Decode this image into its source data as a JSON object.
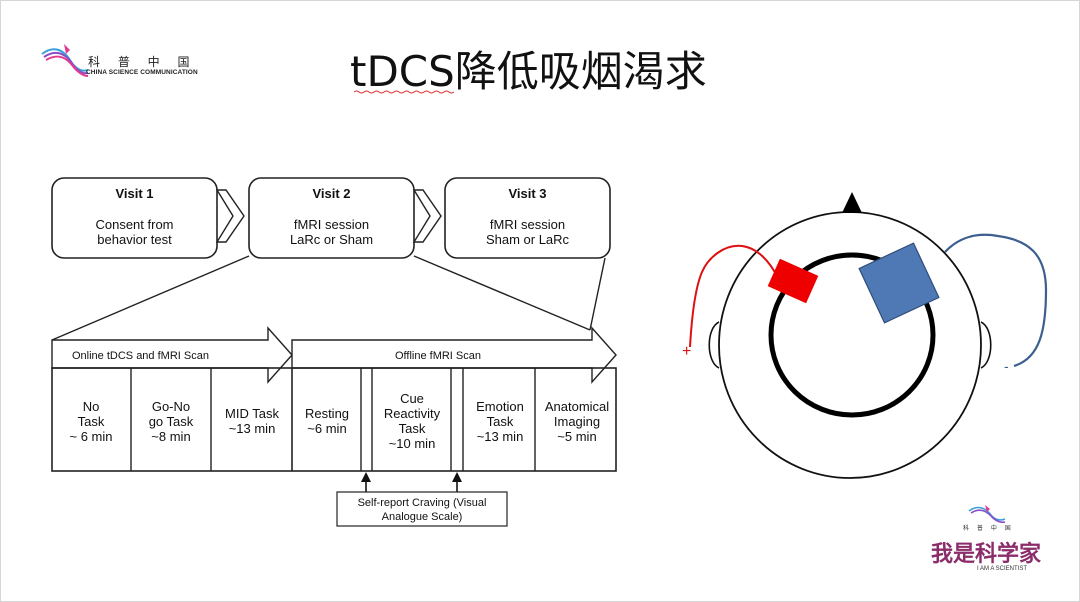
{
  "header": {
    "logo_cn": "科 普 中 国",
    "logo_en": "CHINA SCIENCE COMMUNICATION",
    "title": "tDCS降低吸烟渴求"
  },
  "visits": [
    {
      "label": "Visit 1",
      "line1": "Consent from",
      "line2": "behavior test"
    },
    {
      "label": "Visit 2",
      "line1": "fMRI session",
      "line2": "LaRc or Sham"
    },
    {
      "label": "Visit 3",
      "line1": "fMRI session",
      "line2": "Sham or LaRc"
    }
  ],
  "scans": {
    "online": "Online tDCS and fMRI Scan",
    "offline": "Offline fMRI Scan"
  },
  "tasks": [
    {
      "lines": [
        "No",
        "Task",
        "~ 6 min"
      ]
    },
    {
      "lines": [
        "Go-No",
        "go Task",
        "~8 min"
      ]
    },
    {
      "lines": [
        "MID Task",
        "~13 min"
      ]
    },
    {
      "lines": [
        "Resting",
        "~6 min"
      ]
    },
    {
      "lines": [
        "Cue",
        "Reactivity",
        "Task",
        "~10 min"
      ]
    },
    {
      "lines": [
        "Emotion",
        "Task",
        "~13 min"
      ]
    },
    {
      "lines": [
        "Anatomical",
        "Imaging",
        "~5 min"
      ]
    }
  ],
  "self_report": {
    "line1": "Self-report Craving (Visual",
    "line2": "Analogue Scale)"
  },
  "head": {
    "plus": "+",
    "minus": "-",
    "anode_color": "#ee0000",
    "cathode_color": "#4e79b5",
    "lead_red": "#dd1111",
    "lead_blue": "#3d5f90"
  },
  "footer": {
    "logo_cn1": "科 普 中 国",
    "logo_cn2": "我是科学家",
    "logo_en": "I AM A SCIENTIST"
  }
}
